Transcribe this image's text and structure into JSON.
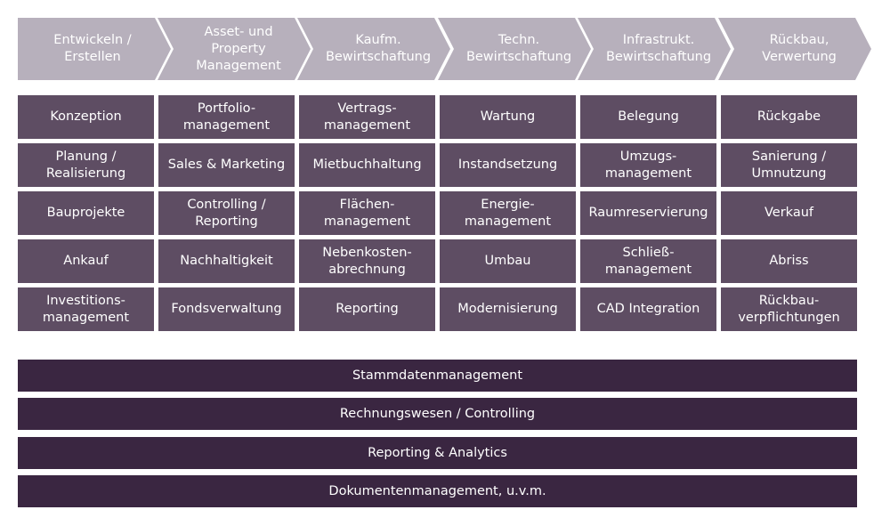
{
  "colors": {
    "phase_header": "#b7b0bc",
    "task_cell": "#5e4d63",
    "base_bar": "#3a2641",
    "text": "#ffffff",
    "background": "#ffffff"
  },
  "phases": [
    {
      "label": "Entwickeln /\nErstellen",
      "items": [
        "Konzeption",
        "Planung /\nRealisierung",
        "Bauprojekte",
        "Ankauf",
        "Investitions-\nmanagement"
      ]
    },
    {
      "label": "Asset- und\nProperty\nManagement",
      "items": [
        "Portfolio-\nmanagement",
        "Sales & Marketing",
        "Controlling /\nReporting",
        "Nachhaltigkeit",
        "Fondsverwaltung"
      ]
    },
    {
      "label": "Kaufm.\nBewirtschaftung",
      "items": [
        "Vertrags-\nmanagement",
        "Mietbuchhaltung",
        "Flächen-\nmanagement",
        "Nebenkosten-\nabrechnung",
        "Reporting"
      ]
    },
    {
      "label": "Techn.\nBewirtschaftung",
      "items": [
        "Wartung",
        "Instandsetzung",
        "Energie-\nmanagement",
        "Umbau",
        "Modernisierung"
      ]
    },
    {
      "label": "Infrastrukt.\nBewirtschaftung",
      "items": [
        "Belegung",
        "Umzugs-\nmanagement",
        "Raumreservierung",
        "Schließ-\nmanagement",
        "CAD Integration"
      ]
    },
    {
      "label": "Rückbau,\nVerwertung",
      "items": [
        "Rückgabe",
        "Sanierung /\nUmnutzung",
        "Verkauf",
        "Abriss",
        "Rückbau-\nverpflichtungen"
      ]
    }
  ],
  "foundation": [
    "Stammdatenmanagement",
    "Rechnungswesen / Controlling",
    "Reporting & Analytics",
    "Dokumentenmanagement, u.v.m."
  ]
}
